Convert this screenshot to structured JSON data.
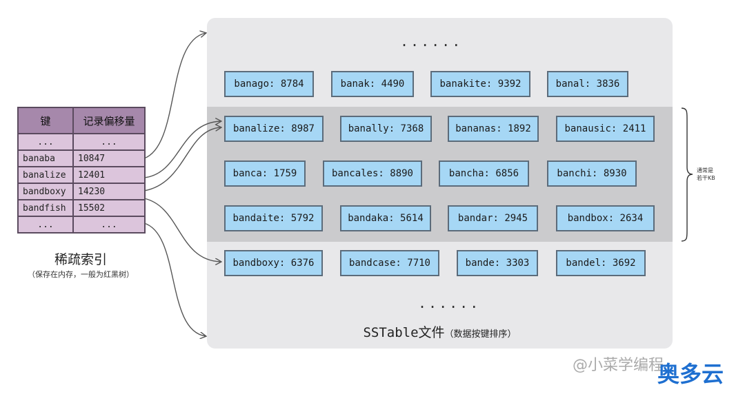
{
  "index": {
    "headers": [
      "键",
      "记录偏移量"
    ],
    "rows": [
      [
        "...",
        "..."
      ],
      [
        "banaba",
        "10847"
      ],
      [
        "banalize",
        "12401"
      ],
      [
        "bandboxy",
        "14230"
      ],
      [
        "bandfish",
        "15502"
      ],
      [
        "...",
        "..."
      ]
    ],
    "title": "稀疏索引",
    "subtitle": "（保存在内存，一般为红黑树）"
  },
  "sstable": {
    "top_dots": "......",
    "bottom_dots": "......",
    "rows": [
      [
        "banago: 8784",
        "banak: 4490",
        "banakite: 9392",
        "banal: 3836"
      ],
      [
        "banalize: 8987",
        "banally: 7368",
        "bananas: 1892",
        "banausic: 2411"
      ],
      [
        "banca: 1759",
        "bancales: 8890",
        "bancha: 6856",
        "banchi: 8930"
      ],
      [
        "bandaite: 5792",
        "bandaka: 5614",
        "bandar: 2945",
        "bandbox: 2634"
      ],
      [
        "bandboxy: 6376",
        "bandcase: 7710",
        "bande: 3303",
        "bandel: 3692"
      ]
    ],
    "label": "SSTable文件",
    "label_sub": "（数据按键排序）"
  },
  "brace_note": [
    "通常是",
    "若干KB"
  ],
  "watermark": {
    "author": "@小菜学编程",
    "brand": "奥多云",
    "brand_color": "#1e6fd0"
  },
  "colors": {
    "index_header": "#a688ab",
    "index_cell": "#dcc5dc",
    "entry_fill": "#a6d7f5",
    "sstable_bg": "#e8e8ea",
    "band_bg": "#cbcbcd"
  }
}
